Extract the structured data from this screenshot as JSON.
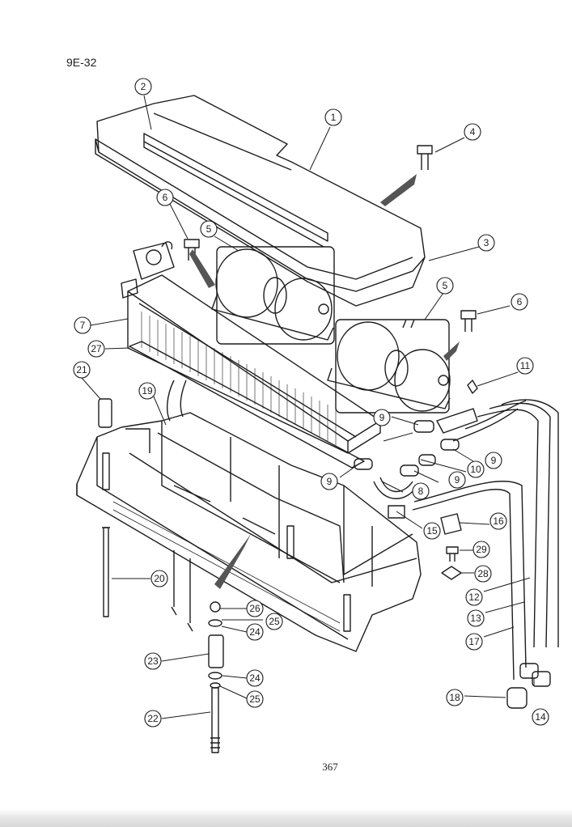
{
  "header": {
    "section_code": "9E-32"
  },
  "footer": {
    "page_number": "367"
  },
  "callouts": [
    "1",
    "2",
    "3",
    "4",
    "5",
    "5",
    "6",
    "6",
    "7",
    "8",
    "9",
    "9",
    "9",
    "9",
    "10",
    "11",
    "12",
    "13",
    "14",
    "15",
    "16",
    "17",
    "18",
    "19",
    "20",
    "21",
    "22",
    "23",
    "24",
    "24",
    "25",
    "25",
    "26",
    "27",
    "28",
    "29"
  ],
  "colors": {
    "ink": "#1c1c1c",
    "paper": "#ffffff",
    "hatch": "#555555"
  }
}
